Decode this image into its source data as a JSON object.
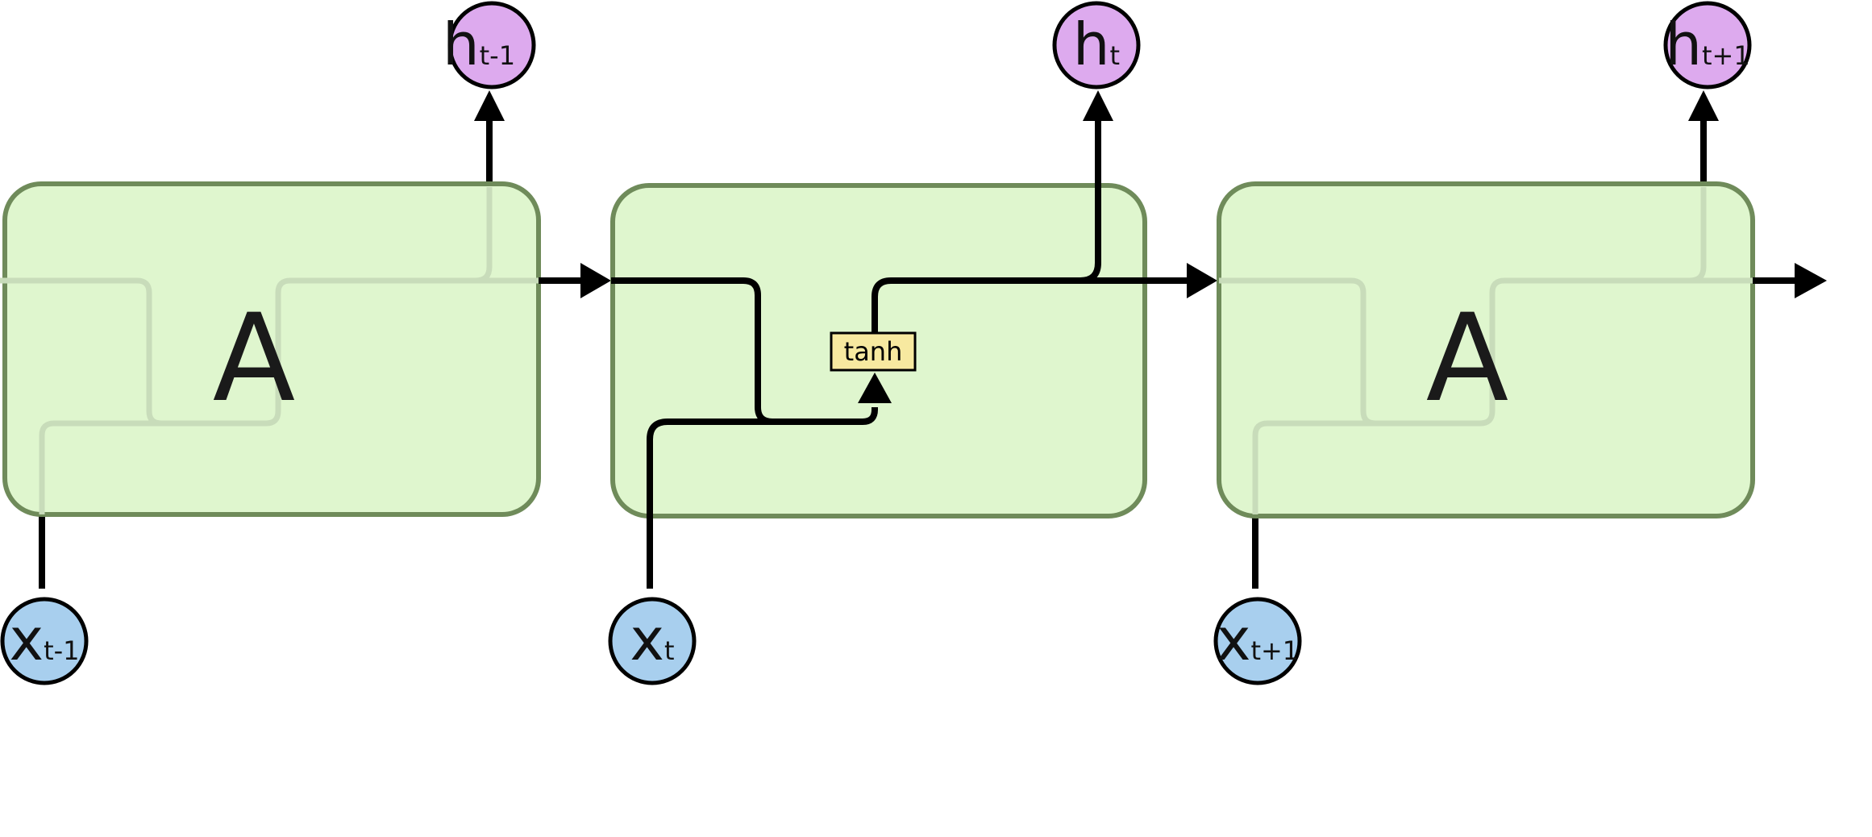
{
  "colors": {
    "cell_fill": "#dff6ce",
    "cell_stroke": "#6f8b5a",
    "faint_wire": "#c8dcba",
    "output_node": "#ddaaee",
    "input_node": "#a8cfee",
    "tanh_fill": "#f7e9a0"
  },
  "cells": [
    {
      "label": "A",
      "input": {
        "main": "x",
        "sub": "t-1"
      },
      "output": {
        "main": "h",
        "sub": "t-1"
      }
    },
    {
      "label": "",
      "activation": "tanh",
      "input": {
        "main": "x",
        "sub": "t"
      },
      "output": {
        "main": "h",
        "sub": "t"
      }
    },
    {
      "label": "A",
      "input": {
        "main": "x",
        "sub": "t+1"
      },
      "output": {
        "main": "h",
        "sub": "t+1"
      }
    }
  ]
}
